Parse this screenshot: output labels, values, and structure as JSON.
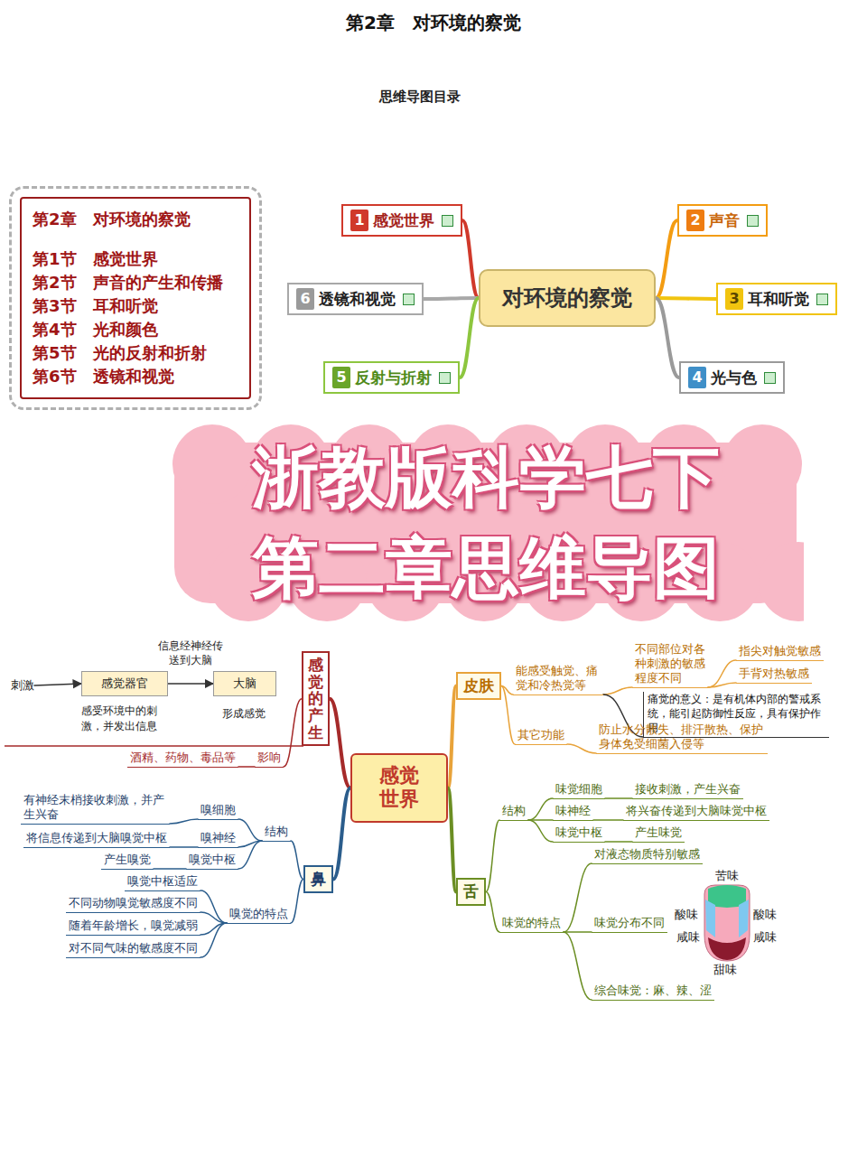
{
  "diagram": {
    "title": "第2章　对环境的察觉",
    "nodes": [
      {
        "text": [
          "第2章　对环境的察觉",
          "第1节　感觉世界",
          "第2节　声音的产生和传播",
          "第3节　耳和听觉",
          "第4节　光和颜色",
          "第5节　光的反射和折射",
          "第6节　透镜和视觉"
        ]
      },
      {
        "text": [
          "对环境的察觉"
        ]
      },
      {
        "text": [
          "1",
          "感觉世界"
        ]
      },
      {
        "text": [
          "2",
          "声音"
        ]
      },
      {
        "text": [
          "6",
          "透镜和视觉"
        ]
      },
      {
        "text": [
          "3",
          "耳和听觉"
        ]
      },
      {
        "text": [
          "5",
          "反射与折射"
        ]
      },
      {
        "text": [
          "4",
          "光与色"
        ]
      },
      {
        "text": [
          "浙教版科学七下",
          "第二章思维导图"
        ]
      },
      {
        "text": [
          "刺激"
        ]
      },
      {
        "text": [
          "感觉器官"
        ]
      },
      {
        "text": [
          "大脑"
        ]
      },
      {
        "text": [
          "感觉的产生"
        ]
      },
      {
        "text": [
          "影响"
        ]
      },
      {
        "text": [
          "酒精、药物、毒品等"
        ]
      },
      {
        "text": [
          "感觉世界"
        ]
      },
      {
        "text": [
          "皮肤"
        ]
      },
      {
        "text": [
          "能感受触觉、痛觉和冷热觉等"
        ]
      },
      {
        "text": [
          "不同部位对各种刺激的敏感程度不同"
        ]
      },
      {
        "text": [
          "指尖对触觉敏感"
        ]
      },
      {
        "text": [
          "手背对热敏感"
        ]
      },
      {
        "text": [
          "痛觉的意义：是有机体内部的警戒系统，能引起防御性反应，具有保护作用"
        ]
      },
      {
        "text": [
          "其它功能"
        ]
      },
      {
        "text": [
          "防止水分散失、排汗散热、保护身体免受细菌入侵等"
        ]
      },
      {
        "text": [
          "鼻"
        ]
      },
      {
        "text": [
          "结构"
        ]
      },
      {
        "text": [
          "嗅细胞"
        ]
      },
      {
        "text": [
          "有神经末梢接收刺激，并产生兴奋"
        ]
      },
      {
        "text": [
          "嗅神经"
        ]
      },
      {
        "text": [
          "将信息传递到大脑嗅觉中枢"
        ]
      },
      {
        "text": [
          "嗅觉中枢"
        ]
      },
      {
        "text": [
          "产生嗅觉"
        ]
      },
      {
        "text": [
          "嗅觉的特点"
        ]
      },
      {
        "text": [
          "嗅觉中枢适应"
        ]
      },
      {
        "text": [
          "不同动物嗅觉敏感度不同"
        ]
      },
      {
        "text": [
          "随着年龄增长，嗅觉减弱"
        ]
      },
      {
        "text": [
          "对不同气味的敏感度不同"
        ]
      },
      {
        "text": [
          "舌"
        ]
      },
      {
        "text": [
          "结构"
        ]
      },
      {
        "text": [
          "味觉细胞"
        ]
      },
      {
        "text": [
          "接收刺激，产生兴奋"
        ]
      },
      {
        "text": [
          "味神经"
        ]
      },
      {
        "text": [
          "将兴奋传递到大脑味觉中枢"
        ]
      },
      {
        "text": [
          "味觉中枢"
        ]
      },
      {
        "text": [
          "产生味觉"
        ]
      },
      {
        "text": [
          "味觉的特点"
        ]
      },
      {
        "text": [
          "对液态物质特别敏感"
        ]
      },
      {
        "text": [
          "味觉分布不同"
        ]
      },
      {
        "text": [
          "综合味觉：麻、辣、涩"
        ]
      }
    ],
    "edges": [
      {
        "from": 1,
        "to": 2,
        "arrow": "none"
      },
      {
        "from": 1,
        "to": 3,
        "arrow": "none"
      },
      {
        "from": 1,
        "to": 4,
        "arrow": "none"
      },
      {
        "from": 1,
        "to": 5,
        "arrow": "none"
      },
      {
        "from": 1,
        "to": 6,
        "arrow": "none"
      },
      {
        "from": 1,
        "to": 7,
        "arrow": "none"
      },
      {
        "from": 9,
        "to": 10,
        "arrow": "to"
      },
      {
        "from": 10,
        "to": 11,
        "label": "信息经神经传送到大脑",
        "arrow": "to"
      },
      {
        "from": 15,
        "to": 12,
        "arrow": "none"
      },
      {
        "from": 12,
        "to": 13,
        "arrow": "none"
      },
      {
        "from": 13,
        "to": 14,
        "arrow": "none"
      },
      {
        "from": 15,
        "to": 16,
        "arrow": "none"
      },
      {
        "from": 16,
        "to": 17,
        "arrow": "none"
      },
      {
        "from": 17,
        "to": 18,
        "arrow": "none"
      },
      {
        "from": 18,
        "to": 19,
        "arrow": "none"
      },
      {
        "from": 18,
        "to": 20,
        "arrow": "none"
      },
      {
        "from": 17,
        "to": 21,
        "arrow": "none"
      },
      {
        "from": 16,
        "to": 22,
        "arrow": "none"
      },
      {
        "from": 22,
        "to": 23,
        "arrow": "none"
      },
      {
        "from": 15,
        "to": 24,
        "arrow": "none"
      },
      {
        "from": 24,
        "to": 25,
        "arrow": "none"
      },
      {
        "from": 25,
        "to": 26,
        "arrow": "none"
      },
      {
        "from": 26,
        "to": 27,
        "arrow": "none"
      },
      {
        "from": 25,
        "to": 28,
        "arrow": "none"
      },
      {
        "from": 28,
        "to": 29,
        "arrow": "none"
      },
      {
        "from": 25,
        "to": 30,
        "arrow": "none"
      },
      {
        "from": 30,
        "to": 31,
        "arrow": "none"
      },
      {
        "from": 24,
        "to": 32,
        "arrow": "none"
      },
      {
        "from": 32,
        "to": 33,
        "arrow": "none"
      },
      {
        "from": 32,
        "to": 34,
        "arrow": "none"
      },
      {
        "from": 32,
        "to": 35,
        "arrow": "none"
      },
      {
        "from": 32,
        "to": 36,
        "arrow": "none"
      },
      {
        "from": 15,
        "to": 37,
        "arrow": "none"
      },
      {
        "from": 37,
        "to": 38,
        "arrow": "none"
      },
      {
        "from": 38,
        "to": 39,
        "arrow": "none"
      },
      {
        "from": 39,
        "to": 40,
        "arrow": "none"
      },
      {
        "from": 38,
        "to": 41,
        "arrow": "none"
      },
      {
        "from": 41,
        "to": 42,
        "arrow": "none"
      },
      {
        "from": 38,
        "to": 43,
        "arrow": "none"
      },
      {
        "from": 43,
        "to": 44,
        "arrow": "none"
      },
      {
        "from": 37,
        "to": 45,
        "arrow": "none"
      },
      {
        "from": 45,
        "to": 46,
        "arrow": "none"
      },
      {
        "from": 45,
        "to": 47,
        "arrow": "none"
      },
      {
        "from": 45,
        "to": 48,
        "arrow": "none"
      }
    ],
    "labels": [
      "思维导图目录",
      "感受环境中的刺激，并发出信息",
      "形成感觉",
      "苦味",
      "酸味",
      "酸味",
      "咸味",
      "咸味",
      "甜味"
    ]
  }
}
